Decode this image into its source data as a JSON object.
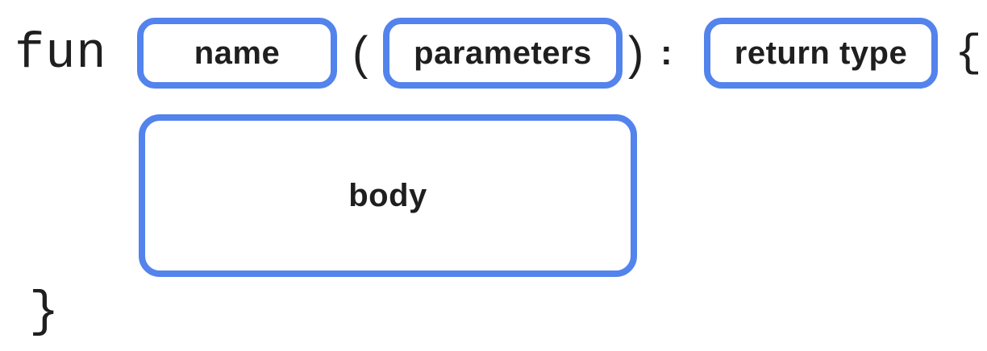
{
  "diagram": {
    "keyword": "fun",
    "punctuation": {
      "open_paren": "(",
      "close_paren": ")",
      "colon": ":",
      "open_brace": "{",
      "close_brace": "}"
    },
    "slots": {
      "name": "name",
      "parameters": "parameters",
      "return_type": "return type",
      "body": "body"
    },
    "colors": {
      "slot_border": "#5383EC",
      "text": "#1F1F1F",
      "background": "#FFFFFF"
    }
  }
}
